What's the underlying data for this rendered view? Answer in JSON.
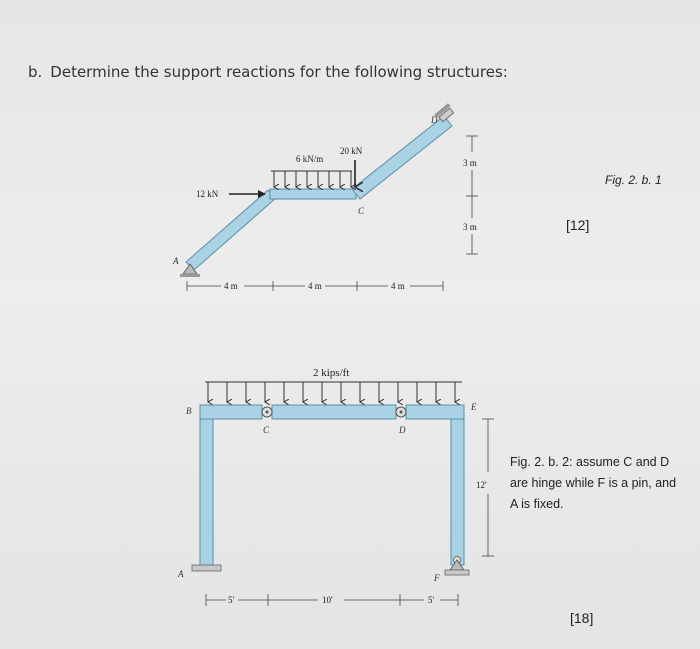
{
  "question": {
    "number": "b.",
    "text": "Determine the support reactions for the following structures:"
  },
  "figure1": {
    "caption": "Fig. 2. b. 1",
    "marks": "[12]",
    "load_distributed": "6 kN/m",
    "load_point_vertical": "20 kN",
    "load_point_horizontal": "12 kN",
    "nodes": [
      "A",
      "C",
      "D"
    ],
    "horizontal_dims": [
      "4 m",
      "4 m",
      "4 m"
    ],
    "vertical_dims": [
      "3 m",
      "3 m"
    ]
  },
  "figure2": {
    "load_distributed": "2 kips/ft",
    "nodes": [
      "A",
      "B",
      "C",
      "D",
      "E",
      "F"
    ],
    "height_dim": "12'",
    "horizontal_dims": [
      "5'",
      "10'",
      "5'"
    ],
    "note_lines": [
      "Fig. 2. b. 2: assume C and D",
      "are hinge while F is a pin, and",
      "A is fixed."
    ],
    "marks": "[18]"
  },
  "colors": {
    "member": "#a9d3e4",
    "member_edge": "#5b8fa6",
    "load_arrow": "#333333"
  }
}
